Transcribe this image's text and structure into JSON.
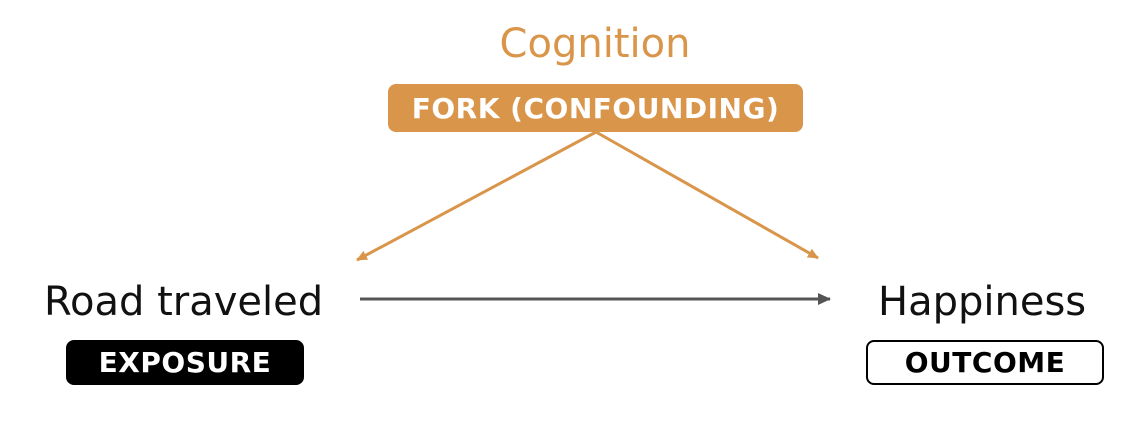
{
  "confounder": {
    "label": "Cognition",
    "role": "FORK (CONFOUNDING)"
  },
  "exposure": {
    "label": "Road traveled",
    "role": "EXPOSURE"
  },
  "outcome": {
    "label": "Happiness",
    "role": "OUTCOME"
  },
  "colors": {
    "confounder": "#d9954a",
    "causal_arrow": "#555555",
    "text": "#111111"
  }
}
